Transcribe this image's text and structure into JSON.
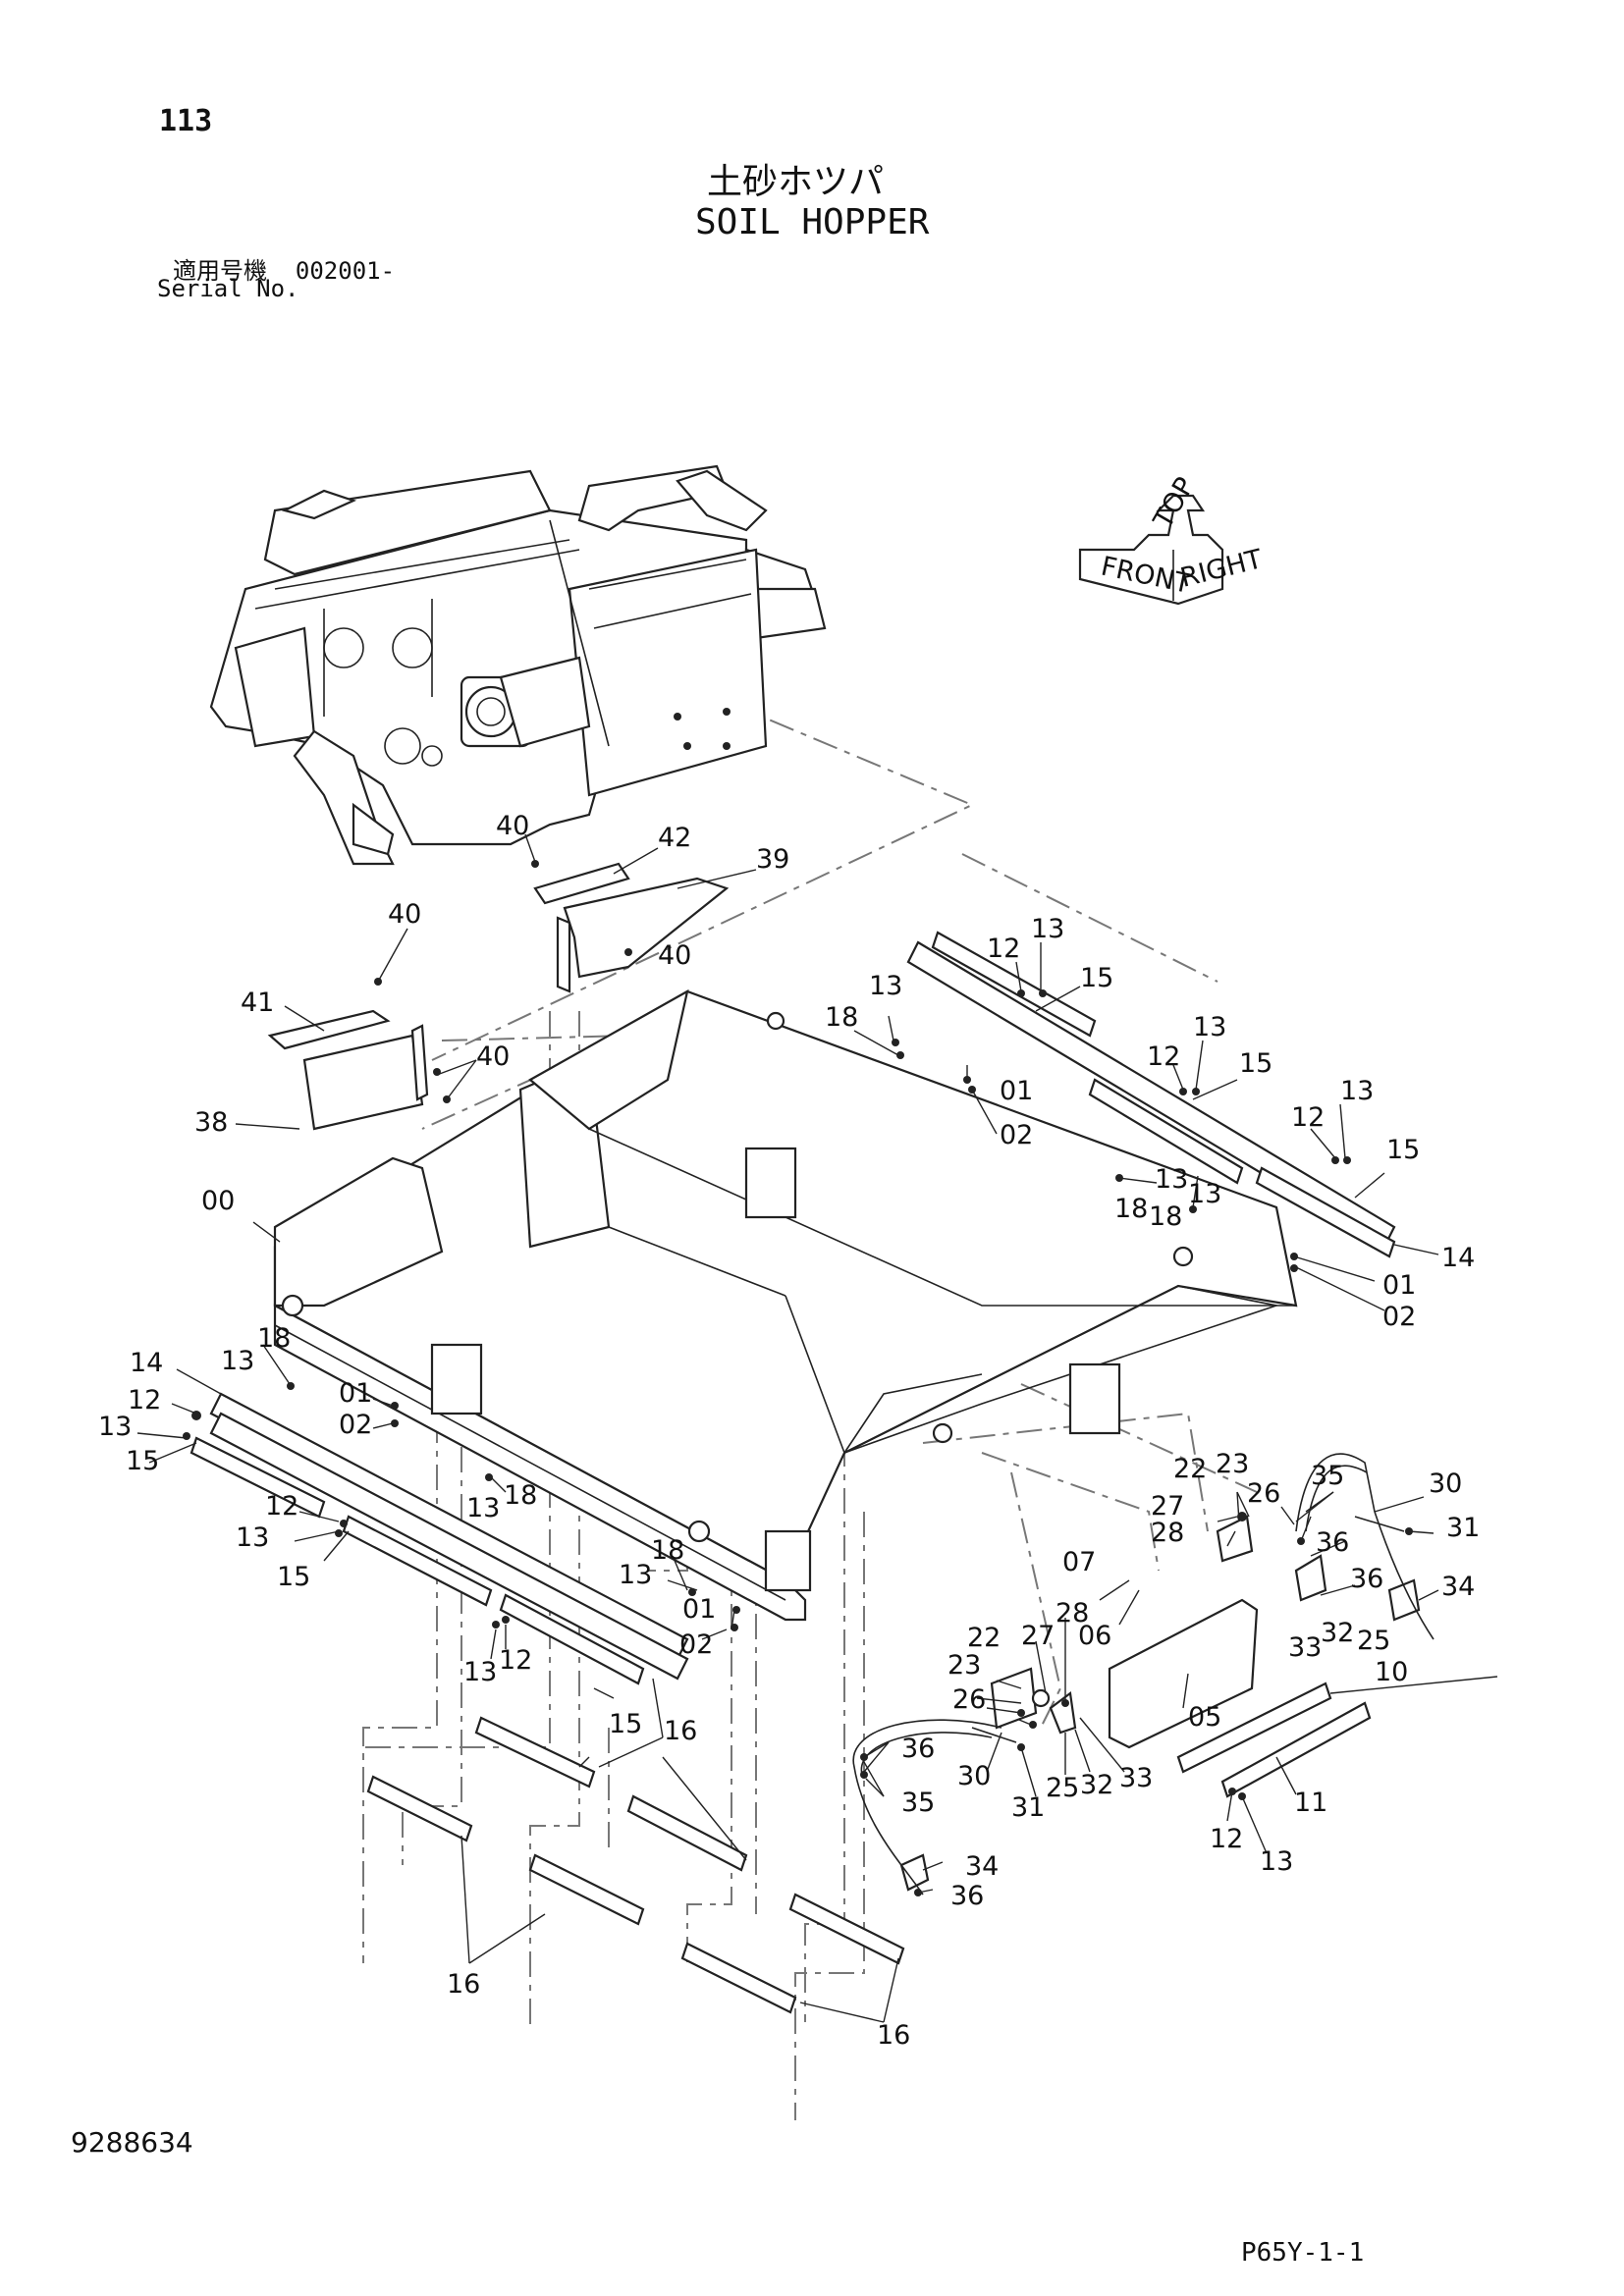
{
  "page_number": "113",
  "title_jp": "土砂ホツパ",
  "title_en": "SOIL HOPPER",
  "serial_label_jp": "適用号機",
  "serial_value": "002001-",
  "serial_label_en": "Serial No.",
  "orientation_marker": {
    "top": "TOP",
    "front": "FRONT",
    "right": "RIGHT"
  },
  "doc_number": "9288634",
  "page_code": "P65Y-1-1",
  "callouts": {
    "c00": "00",
    "c01a": "01",
    "c02a": "02",
    "c01b": "01",
    "c02b": "02",
    "c01c": "01",
    "c02c": "02",
    "c01d": "01",
    "c02d": "02",
    "c05": "05",
    "c06": "06",
    "c07": "07",
    "c10": "10",
    "c11": "11",
    "c12a": "12",
    "c12b": "12",
    "c12c": "12",
    "c12d": "12",
    "c12e": "12",
    "c12f": "12",
    "c12g": "12",
    "c13a": "13",
    "c13b": "13",
    "c13c": "13",
    "c13d": "13",
    "c13e": "13",
    "c13f": "13",
    "c13g": "13",
    "c13h": "13",
    "c13i": "13",
    "c13j": "13",
    "c13k": "13",
    "c13l": "13",
    "c13m": "13",
    "c14a": "14",
    "c14b": "14",
    "c15a": "15",
    "c15b": "15",
    "c15c": "15",
    "c15d": "15",
    "c15e": "15",
    "c15f": "15",
    "c16a": "16",
    "c16b": "16",
    "c16c": "16",
    "c18a": "18",
    "c18b": "18",
    "c18c": "18",
    "c18d": "18",
    "c18e": "18",
    "c18f": "18",
    "c22a": "22",
    "c22b": "22",
    "c23a": "23",
    "c23b": "23",
    "c25a": "25",
    "c25b": "25",
    "c26a": "26",
    "c26b": "26",
    "c27a": "27",
    "c27b": "27",
    "c28a": "28",
    "c28b": "28",
    "c30a": "30",
    "c30b": "30",
    "c31a": "31",
    "c31b": "31",
    "c32a": "32",
    "c32b": "32",
    "c33a": "33",
    "c33b": "33",
    "c34a": "34",
    "c34b": "34",
    "c35a": "35",
    "c35b": "35",
    "c36a": "36",
    "c36b": "36",
    "c36c": "36",
    "c36d": "36",
    "c38": "38",
    "c39": "39",
    "c40a": "40",
    "c40b": "40",
    "c40c": "40",
    "c40d": "40",
    "c41": "41",
    "c42": "42"
  }
}
